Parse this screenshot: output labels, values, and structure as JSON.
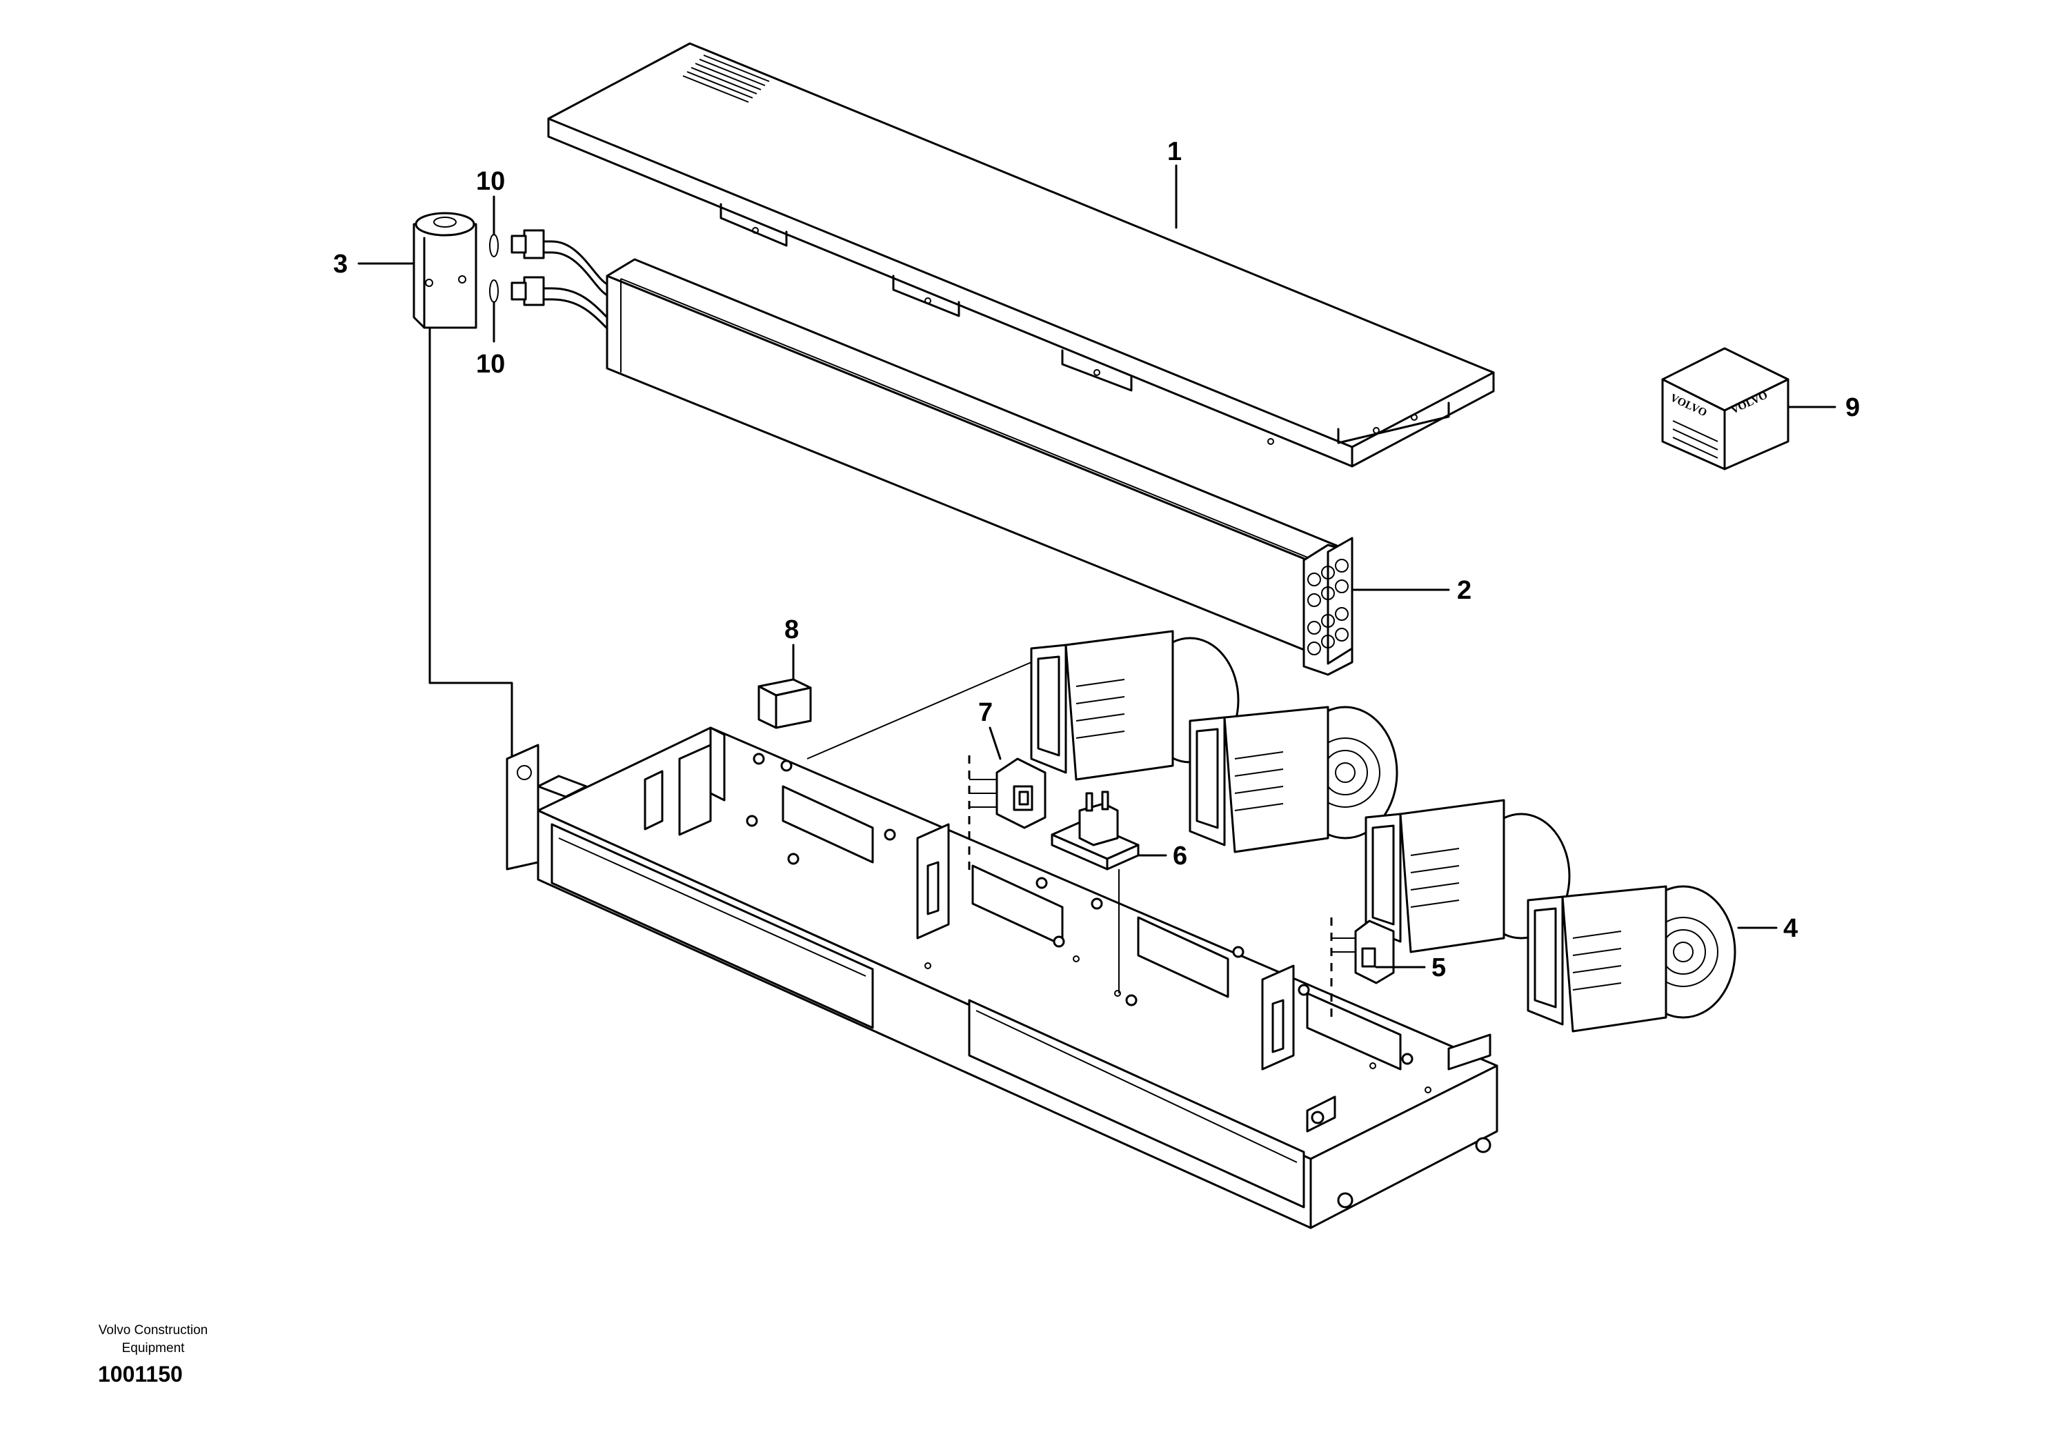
{
  "callouts": {
    "c1": "1",
    "c2": "2",
    "c3": "3",
    "c4": "4",
    "c5": "5",
    "c6": "6",
    "c7": "7",
    "c8": "8",
    "c9": "9",
    "c10_top": "10",
    "c10_bottom": "10"
  },
  "kit_box": {
    "brand_left": "VOLVO",
    "brand_right": "VOLVO"
  },
  "footer": {
    "line1": "Volvo Construction",
    "line2": "Equipment",
    "number": "1001150"
  },
  "icons": [
    "cover-plate",
    "heater-core",
    "water-valve",
    "o-ring",
    "blower-fan",
    "resistor",
    "relay",
    "connector",
    "parts-kit-box",
    "housing-tray"
  ],
  "colors": {
    "ink": "#000000",
    "paper": "#ffffff",
    "tint": "#f2f2f2"
  }
}
